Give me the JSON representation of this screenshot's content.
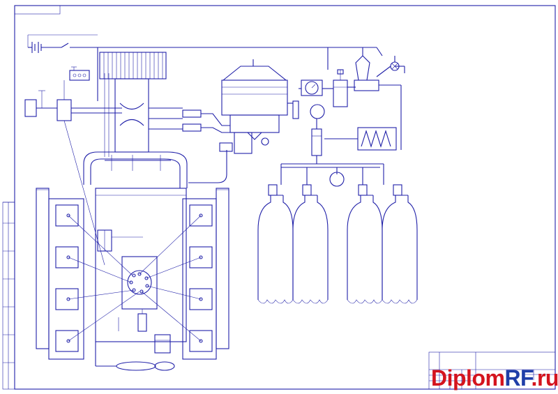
{
  "watermark": {
    "part1": "Diplom",
    "part2": "RF",
    "part3": ".ru"
  },
  "colors": {
    "line": "#1f1fa8",
    "watermark_red": "#d4141e",
    "watermark_blue": "#1f3ea8"
  },
  "icons": [
    "battery-icon",
    "lamp-icon",
    "heater-coil-icon",
    "manometer-icon"
  ]
}
